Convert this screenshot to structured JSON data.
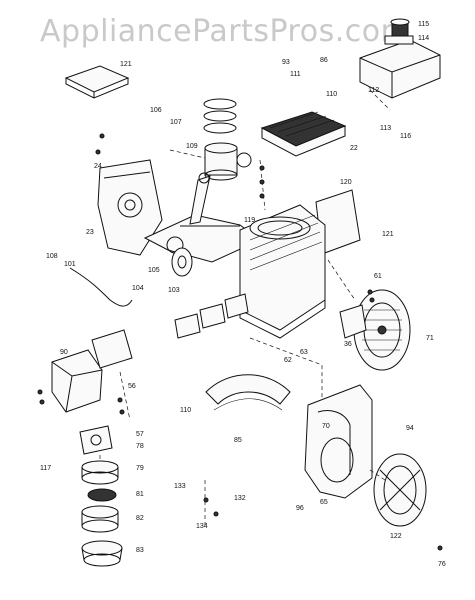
{
  "watermark": "AppliancePartsPros.com",
  "part_numbers": {
    "p115": "115",
    "p114": "114",
    "p121a": "121",
    "p93": "93",
    "p86": "86",
    "p111": "111",
    "p112": "112",
    "p110a": "110",
    "p113": "113",
    "p116": "116",
    "p22": "22",
    "p106": "106",
    "p107": "107",
    "p109": "109",
    "p24": "24",
    "p23": "23",
    "p120": "120",
    "p121b": "121",
    "p119": "119",
    "p108": "108",
    "p101": "101",
    "p104": "104",
    "p105": "105",
    "p103": "103",
    "p56": "56",
    "p57": "57",
    "p71": "71",
    "p61": "61",
    "p36": "36",
    "p90": "90",
    "p62": "62",
    "p63": "63",
    "p117": "117",
    "p110b": "110",
    "p78": "78",
    "p79": "79",
    "p81": "81",
    "p82": "82",
    "p83": "83",
    "p133": "133",
    "p132": "132",
    "p134": "134",
    "p122": "122",
    "p70": "70",
    "p65": "65",
    "p94": "94",
    "p96": "96",
    "p85": "85",
    "p76": "76"
  }
}
